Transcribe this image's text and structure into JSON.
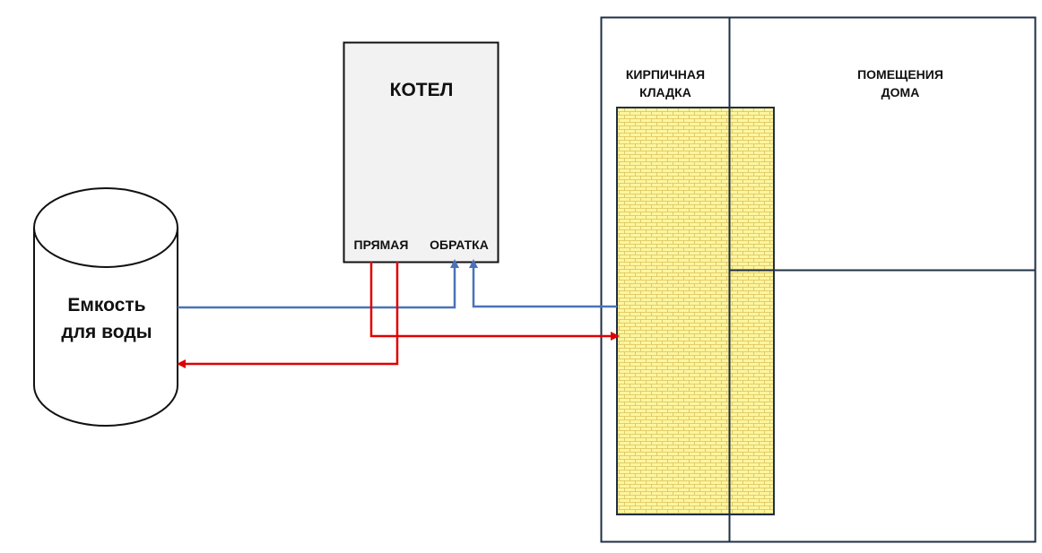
{
  "diagram": {
    "boiler": {
      "title": "КОТЕЛ",
      "supply_label": "ПРЯМАЯ",
      "return_label": "ОБРАТКА"
    },
    "tank": {
      "label_line1": "Емкость",
      "label_line2": "для воды"
    },
    "brickwork": {
      "label_line1": "КИРПИЧНАЯ",
      "label_line2": "КЛАДКА"
    },
    "rooms": {
      "label_line1": "ПОМЕЩЕНИЯ",
      "label_line2": "ДОМА"
    },
    "colors": {
      "supply_pipe": "#e00000",
      "return_pipe": "#4a72b8",
      "outline": "#1f2f44",
      "boiler_fill": "#f2f2f2",
      "brick_fill": "#fdf5a0",
      "brick_mortar": "#d9c15a"
    }
  }
}
